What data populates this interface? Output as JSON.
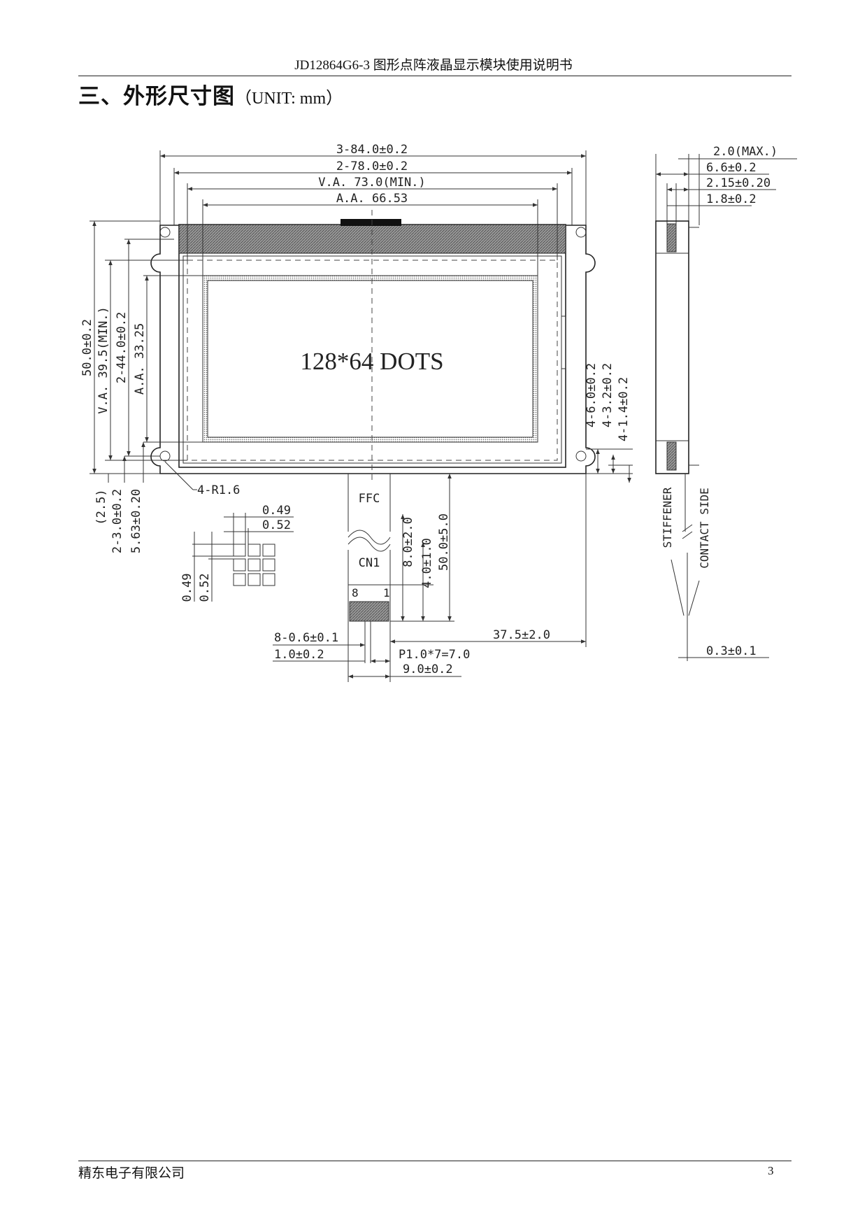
{
  "page": {
    "header": "JD12864G6-3 图形点阵液晶显示模块使用说明书",
    "section_title": "三、外形尺寸图",
    "section_unit": "（UNIT: mm）",
    "footer_company": "精东电子有限公司",
    "page_number": "3"
  },
  "drawing": {
    "center_label": "128*64 DOTS",
    "top_dims": [
      "3-84.0±0.2",
      "2-78.0±0.2",
      "V.A. 73.0(MIN.)",
      "A.A. 66.53"
    ],
    "left_dims": [
      "50.0±0.2",
      "V.A. 39.5(MIN.)",
      "2-44.0±0.2",
      "A.A. 33.25"
    ],
    "right_dims": [
      "4-6.0±0.2",
      "4-3.2±0.2",
      "4-1.4±0.2"
    ],
    "side_dims": [
      "2.0(MAX.)",
      "6.6±0.2",
      "2.15±0.20",
      "1.8±0.2"
    ],
    "corner_radius_label": "4-R1.6",
    "bottom_left_dims": [
      "(2.5)",
      "2-3.0±0.2",
      "5.63±0.20"
    ],
    "pixel_dims": [
      "0.49",
      "0.52",
      "0.49",
      "0.52"
    ],
    "ffc_label": "FFC",
    "cn_label": "CN1",
    "pin_labels": [
      "8",
      "1"
    ],
    "ffc_dims": [
      "8.0±2.0",
      "4.0±1.0",
      "50.0±5.0"
    ],
    "bottom_dims": [
      "8-0.6±0.1",
      "37.5±2.0",
      "1.0±0.2",
      "P1.0*7=7.0",
      "9.0±0.2",
      "0.3±0.1"
    ],
    "side_labels": [
      "STIFFENER",
      "CONTACT SIDE"
    ]
  }
}
